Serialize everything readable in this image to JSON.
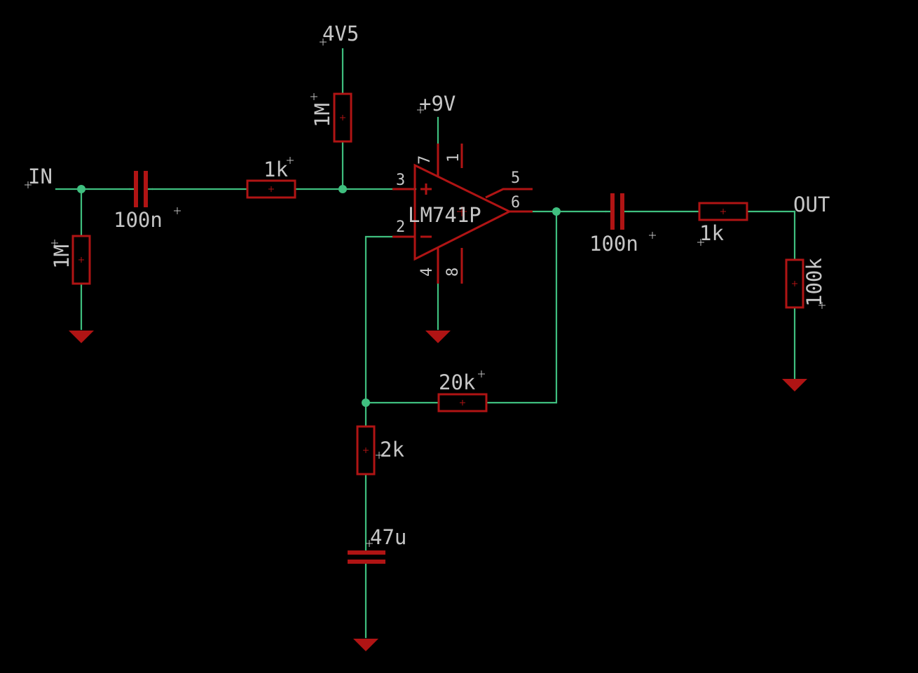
{
  "nets": {
    "input": "IN",
    "output": "OUT",
    "bias_supply": "4V5",
    "op_amp_supply": "+9V"
  },
  "components": {
    "r_input_bias": "1M",
    "c_input": "100n",
    "r_input_series": "1k",
    "r_bias": "1M",
    "op_amp": "LM741P",
    "r_feedback": "20k",
    "r_gain": "2k",
    "c_gain": "47u",
    "c_output": "100n",
    "r_output_series": "1k",
    "r_output_load": "100k"
  },
  "op_amp_pins": {
    "non_inverting": "3",
    "inverting": "2",
    "output": "6",
    "v_plus": "7",
    "v_minus": "4",
    "offset_null_1": "1",
    "offset_null_5": "5",
    "nc": "8"
  },
  "colors": {
    "background": "#000000",
    "wire": "#3fbf7f",
    "component": "#b01414",
    "text": "#c6c6c6"
  }
}
